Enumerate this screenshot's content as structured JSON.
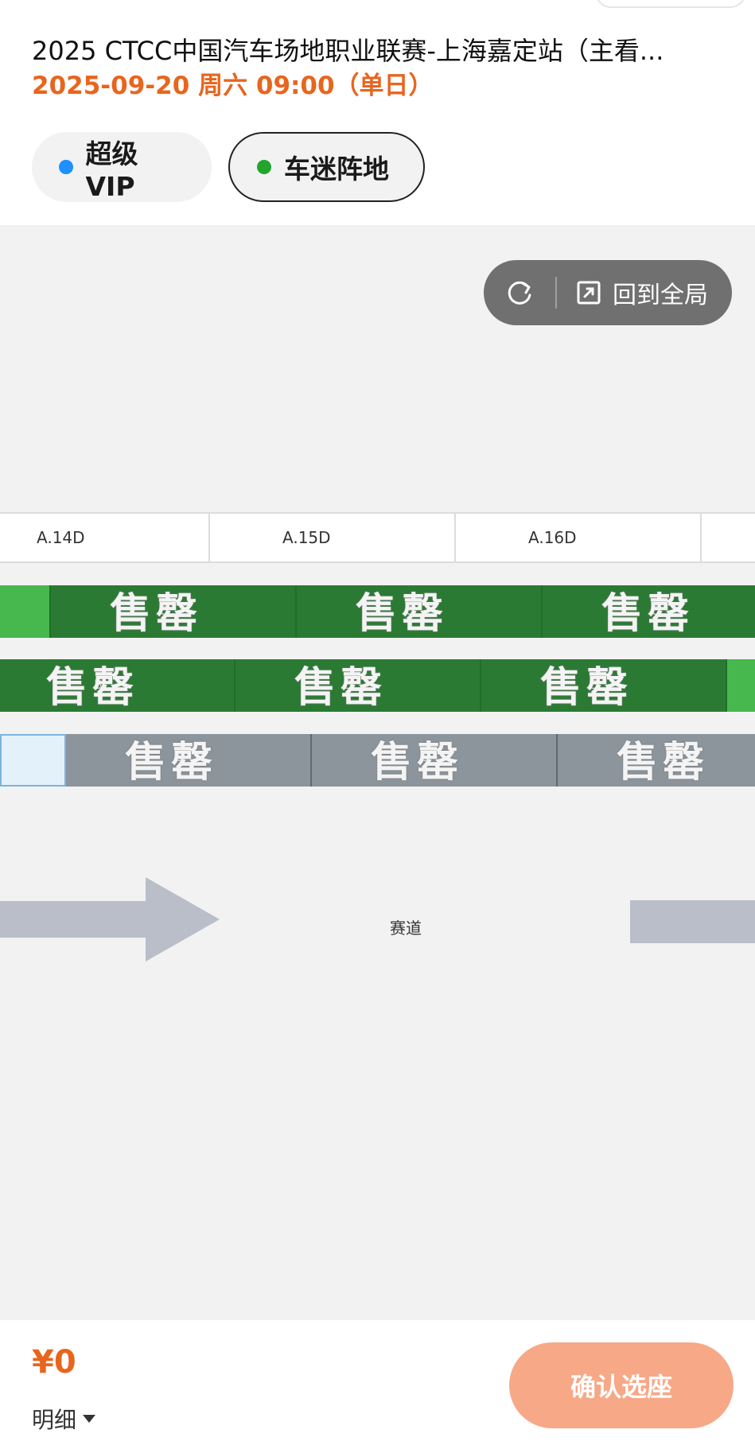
{
  "event": {
    "title": "2025 CTCC中国汽车场地职业联赛-上海嘉定站（主看...",
    "datetime": "2025-09-20 周六 09:00（单日）"
  },
  "filters": [
    {
      "label": "超级VIP",
      "dot_color": "#1e90ff"
    },
    {
      "label": "车迷阵地",
      "dot_color": "#22a52c"
    }
  ],
  "map_controls": {
    "refresh_icon": "refresh-icon",
    "overview_icon": "fullscreen-icon",
    "overview_label": "回到全局"
  },
  "row_labels": [
    "A.14D",
    "A.15D",
    "A.16D"
  ],
  "seat_rows": {
    "c": {
      "tag": "C",
      "sold_label": "售罄"
    },
    "b": {
      "tag": "B",
      "sold_label": "售罄"
    },
    "a": {
      "tag": "A",
      "sold_label": "售罄"
    }
  },
  "track_label": "赛道",
  "footer": {
    "price": "¥0",
    "detail_label": "明细",
    "confirm_label": "确认选座"
  },
  "colors": {
    "accent": "#e8651e",
    "sold_green": "#2a7a33",
    "available_green": "#46b84d",
    "sold_gray": "#8c959c",
    "confirm_disabled": "#f7a887"
  }
}
